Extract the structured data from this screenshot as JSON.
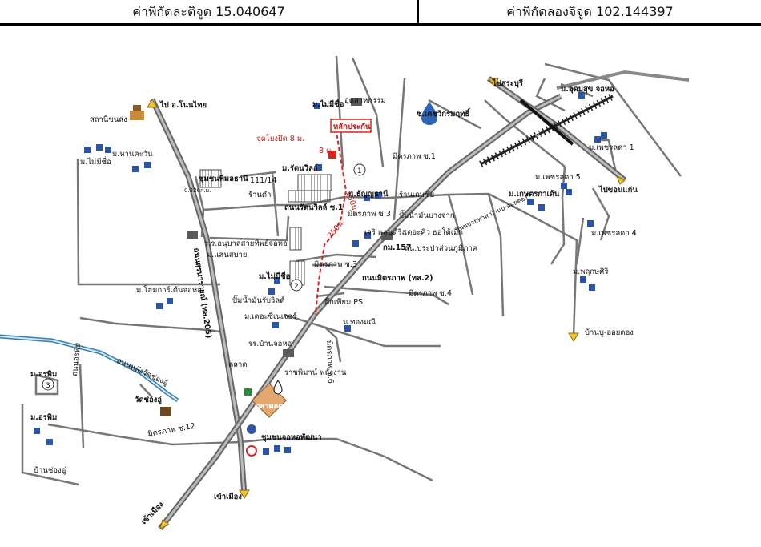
{
  "header": {
    "latitude_label": "ค่าพิกัดละติจูด 15.040647",
    "longitude_label": "ค่าพิกัดลองจิจูด 102.144397"
  },
  "map": {
    "labels": {
      "pai_non_thai": "ไป อ.โนนไทย",
      "sathani_khonsong": "สถานีขนส่ง",
      "mb_harnkhawan": "ม.หานคะวัน",
      "mb_maimichue_left": "ม.ไม่มีชื่อ",
      "chumchon_phumnkhanthani": "ชุมชนพิมลธานี",
      "dist_0320": "0.320ก.ม.",
      "road_1114": "111/14",
      "ban_dam": "ร้านดำ",
      "mb_ratanawill": "ม.รัตนวิลล์",
      "mb_maimichue_top": "ม.ไม่มีชื่อ",
      "autsahakam": "อุตสาหกรรม",
      "lak_prakan": "หลักประกัน",
      "jud_yuet": "จุดโยงยึด 8 ม.",
      "dist_8m": "8 ม.",
      "dist_150m": "150ม.",
      "dist_250m": "250ม.",
      "ch_dechwikrom": "ซ.เดชวิกรมฤทธิ์",
      "mittraphap_1": "มิตรภาพ ซ.1",
      "mb_thanyathani": "ม.ธัญญธานี",
      "ran_kaset": "ร้านเกษชัย",
      "thanon_ratanawill": "ถนนรัตนวิลล์ ซ.1",
      "mittraphap_3": "มิตรภาพ ซ.3",
      "pam_namman": "ปั๊มน้ำมันบางจาก",
      "jerry_lands": "เจริ แลนด์ริส",
      "tharadi": "เดอะคิว ธอโต้เม็ก",
      "km157": "กม.157",
      "sopo_prachachat": "สน.ประปาส่วนภูมิภาค",
      "rongrean_anuban": "ร.ร.อนุบาลสายทิพย์จอหอ",
      "mb_saensabai": "ม.แสนสบาย",
      "thanon_suranaree": "ถนนสุรนารายณ์ (ทล.205)",
      "mittraphap_3b": "มิตรภาพ ซ.3",
      "mb_maimichue_mid": "ม.ไม่มีชื่อ",
      "thanon_mittraphap": "ถนนมิตรภาพ (ทล.2)",
      "mb_homekarden": "ม.โฮมการ์เด้นจอหอ",
      "pam_rabi": "ปั๊มน้ำมันรับวิลด์",
      "tuek_psi": "ตึกเพียม PSI",
      "mittraphap_4": "มิตรภาพ ซ.4",
      "mb_thongmani": "ม.ทองมณี",
      "mb_the_greenery": "ม.เดอะซีเนเจอร์",
      "rr_ban_jorho": "รร.บ้านจอหอ",
      "mittraphap_6": "มิตรภาพ ซ.6",
      "thanon_lang_wat": "ถนนหลังวัดช่องอู่",
      "mb_orapim_top": "ม.อรพิม",
      "thanon_orapim": "ถนนอรพิม",
      "wat_chongu": "วัดช่องอู่",
      "talat_sompun": "ตลาดสดสมบูรณ์",
      "mb_orapim": "ม.อรพิม",
      "mittraphap_12": "มิตรภาพ ซ.12",
      "chumchon_jorho": "ชุมชนจอหอพัฒนา",
      "ban_chongu": "บ้านช่องอู่",
      "khao_mueang_mid": "เข้าเมือง",
      "khao_mueang_low": "เข้าเมือง",
      "pai_saraburi": "ไปสระบุรี",
      "mb_udomsuk": "ม.อุดมสุข จอหอ",
      "mb_petchrada1": "ม.เพชรลดา 1",
      "mb_petchrada5": "ม.เพชรลดา 5",
      "pai_khonkaen": "ไปขอนแก่น",
      "mb_kaset": "ม.เกษตรกาเด้น",
      "mb_petchrada4": "ม.เพชรลดา 4",
      "thanon_ban_nongtong": "ถนนบายพาส บ้านบุ-ออยตอง",
      "mb_pruksa": "ม.พฤกษศิริ",
      "ban_bu": "บ้านบู-ออยตอง",
      "num_1": "1",
      "num_2": "2",
      "num_3": "3",
      "banner_highway": "ถนนมิตรภาพ (ทางหลวง 2)",
      "ratchamukha": "ราชพิมาน์ พลังงาน",
      "kha_lahua": "ตลาด"
    }
  }
}
